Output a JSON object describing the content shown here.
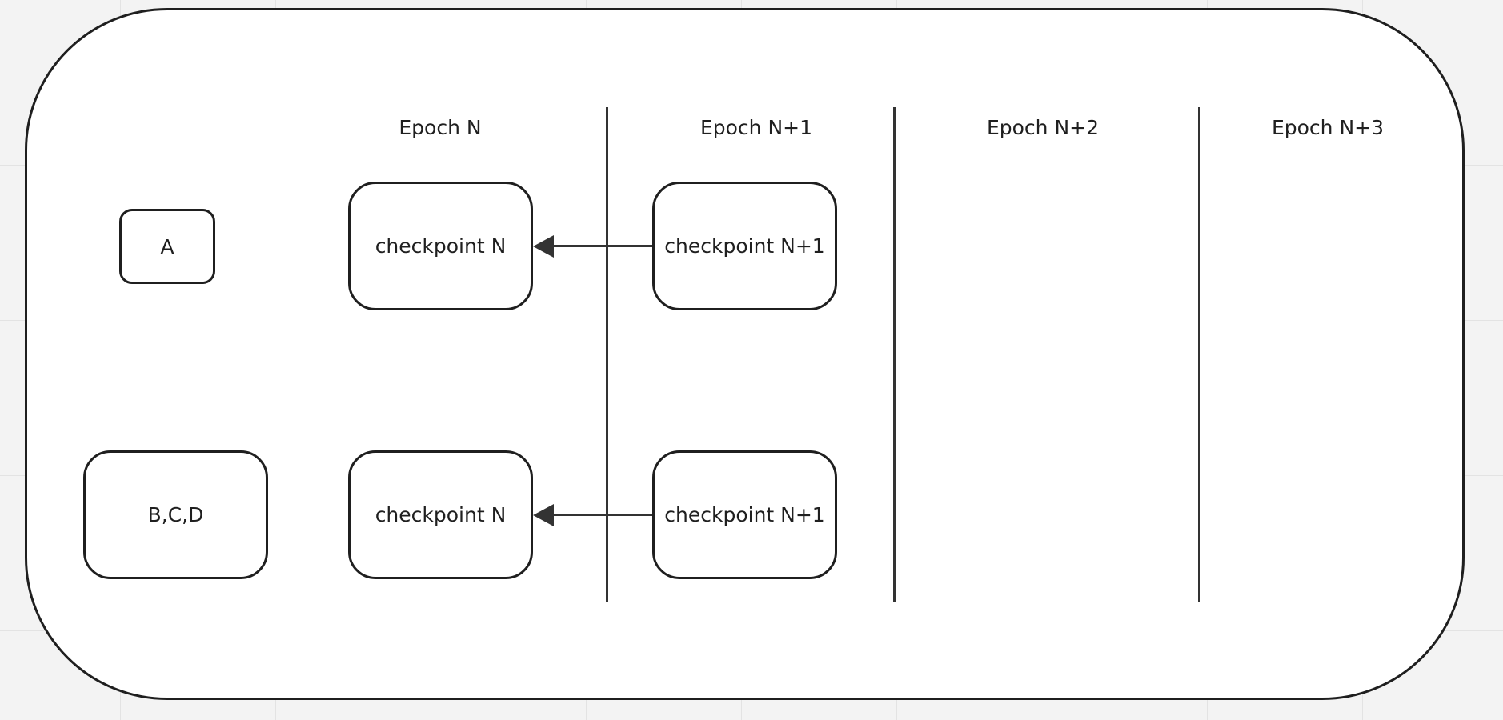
{
  "columns": {
    "epoch_n": "Epoch N",
    "epoch_n1": "Epoch N+1",
    "epoch_n2": "Epoch N+2",
    "epoch_n3": "Epoch N+3"
  },
  "rows": {
    "row1": {
      "group": "A",
      "checkpoint_n": "checkpoint N",
      "checkpoint_n1": "checkpoint N+1"
    },
    "row2": {
      "group": "B,C,D",
      "checkpoint_n": "checkpoint N",
      "checkpoint_n1": "checkpoint N+1"
    }
  },
  "edges": [
    {
      "from": "checkpoint N+1",
      "to": "checkpoint N",
      "row": "A"
    },
    {
      "from": "checkpoint N+1",
      "to": "checkpoint N",
      "row": "B,C,D"
    }
  ]
}
